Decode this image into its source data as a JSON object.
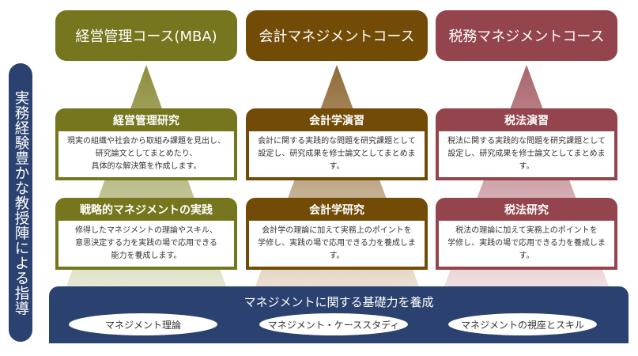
{
  "side_label": "実務経験豊かな教授陣による指導",
  "colors": {
    "navy": "#2b4270",
    "mba": "#75761d",
    "accounting": "#724b07",
    "tax": "#94444c"
  },
  "courses": [
    {
      "title": "経営管理コース(MBA)",
      "cards": [
        {
          "title": "経営管理研究",
          "lines": [
            "現実の組織や社会から取組み課題を見出し、",
            "研究論文としてまとめたり、",
            "具体的な解決策を作成します。"
          ]
        },
        {
          "title": "戦略的マネジメントの実践",
          "lines": [
            "修得したマネジメントの理論やスキル、",
            "意思決定する力を実践の場で応用できる",
            "能力を養成します。"
          ]
        }
      ]
    },
    {
      "title": "会計マネジメントコース",
      "cards": [
        {
          "title": "会計学演習",
          "lines": [
            "会計に関する実践的な問題を研究課題として",
            "設定し、研究成果を修士論文としてまとめます。"
          ]
        },
        {
          "title": "会計学研究",
          "lines": [
            "会計学の理論に加えて実務上のポイントを",
            "学修し、実践の場で応用できる力を養成します。"
          ]
        }
      ]
    },
    {
      "title": "税務マネジメントコース",
      "cards": [
        {
          "title": "税法演習",
          "lines": [
            "税法に関する実践的な問題を研究課題として",
            "設定し、研究成果を修士論文としてまとめます。"
          ]
        },
        {
          "title": "税法研究",
          "lines": [
            "税法の理論に加えて実務上のポイントを",
            "学修し、実践の場で応用できる力を養成します。"
          ]
        }
      ]
    }
  ],
  "foundation": {
    "title": "マネジメントに関する基礎力を養成",
    "items": [
      "マネジメント理論",
      "マネジメント・ケーススタディ",
      "マネジメントの視座とスキル"
    ]
  }
}
